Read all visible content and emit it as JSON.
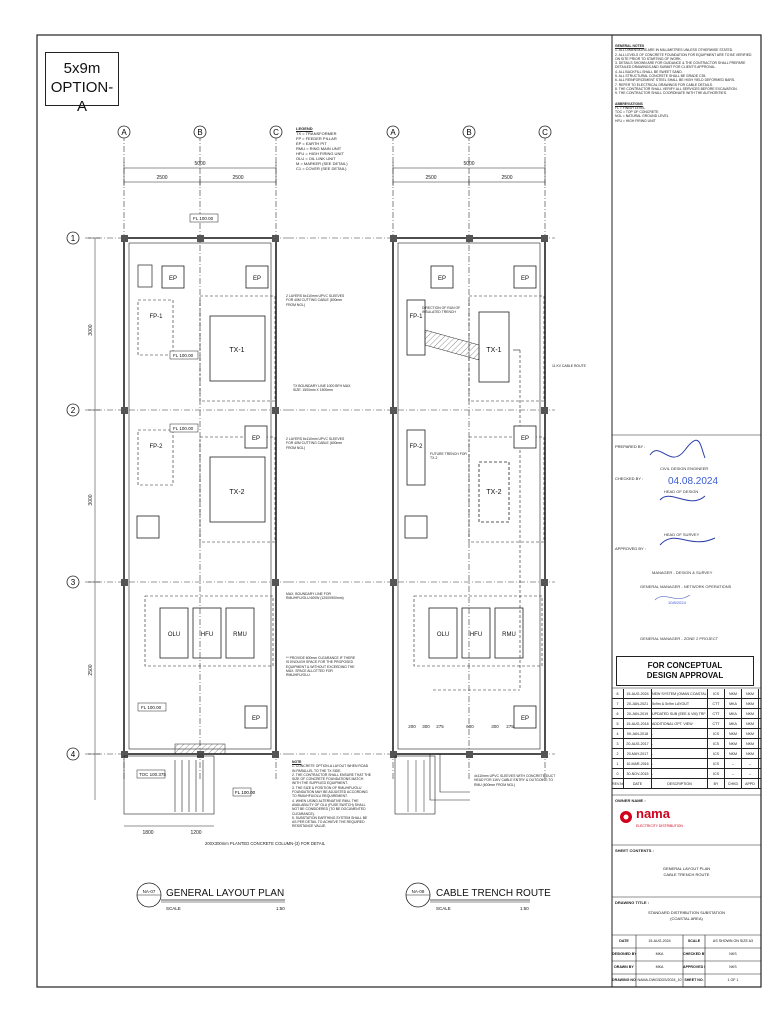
{
  "option": {
    "line1": "5x9m",
    "line2": "OPTION-A"
  },
  "grid": {
    "cols": [
      "A",
      "B",
      "C"
    ],
    "rows": [
      "1",
      "2",
      "3",
      "4"
    ],
    "dim_total": "5000",
    "dim_half": "2500",
    "row_dims": [
      "3000",
      "3000",
      "2500"
    ]
  },
  "legend": {
    "title": "LEGEND",
    "items": [
      "TX   =  TRANSFORMER",
      "FP   =  FEEDER PILLAR",
      "EP   =  EARTH PIT",
      "RMU  =  RING MAIN UNIT",
      "HFU  =  HIGH FIRING UNIT",
      "OLU  =  OIL LINK UNIT",
      "M    =  MARKER (SEE DETAIL)",
      "C1   =  COVER (SEE DETAIL)"
    ]
  },
  "plan_left": {
    "fl_top": "FL 100.00",
    "equip": [
      "EP",
      "FP-1",
      "TX-1",
      "EP",
      "FP-2",
      "TX-2",
      "EP",
      "OLU",
      "HFU",
      "RMU",
      "EP"
    ],
    "notes_right": [
      "2 LAYERS 6x110mm UPVC SLEEVES FOR 40M CUTTING CABLE (600mm FROM NGL)",
      "TX BOUNDARY LINE 1000 BFH MAX. SIZE: 1500mm X 1500mm",
      "2 LAYERS 6x110mm UPVC SLEEVES FOR 40M CUTTING CABLE (600mm FROM NGL)",
      "MAX. BOUNDARY LINE FOR RMU/HFU/OLU 600W (1200X900mm)",
      "** PROVIDE 600mm CLEARANCE IF THERE IS ENOUGH SPACE FOR THE PROPOSED EQUIPMENT & WITHOUT EXCEEDING THE MAX. SPACE ALLOTTED FOR RMU/HFU/OLU."
    ],
    "fl_mid": "FL 100.00",
    "fl_lower": "FL 100.00",
    "fl_bottom": "FL 100.00",
    "toc": "TOC 100.375",
    "dims_bottom": [
      "1800",
      "1200"
    ],
    "conc_note": "200X300mm PLANTED CONCRETE COLUMN-(3) FOR DETAIL",
    "title": "GENERAL LAYOUT PLAN",
    "drawing_no": "NA-07",
    "scale_label": "SCALE",
    "scale": "1:50"
  },
  "plan_right": {
    "equip": [
      "EP",
      "FP-1",
      "TX-1",
      "EP",
      "FP-2",
      "TX-2",
      "EP",
      "OLU",
      "HFU",
      "RMU",
      "EP"
    ],
    "notes": [
      "DIRECTION OF RUN OF INSULATED TRENCH",
      "11 KV CABLE ROUTE",
      "FUTURE TRENCH FOR TX-2",
      "4x110mm UPVC SLEEVES WITH CONCRETE DUCT HEAD FOR 11KV CABLE ENTRY & OUTGOING TO RMU (600mm FROM NGL)"
    ],
    "dims_bottom": [
      "200",
      "300",
      "275",
      "600",
      "300",
      "275"
    ],
    "title": "CABLE TRENCH ROUTE",
    "drawing_no": "NA-08",
    "scale_label": "SCALE",
    "scale": "1:50"
  },
  "notes_bottom": {
    "title": "NOTE",
    "items": [
      "1. CONCRETE OPTION-A LAYOUT WHEN ROAD IN PARALLEL TO THE TX SIDE.",
      "2. THE CONTRACTOR SHALL ENSURE THAT THE SIZE OF CONCRETE FOUNDATIONS MATCH WITH THE SUPPLIED EQUIPMENT.",
      "3. THE SIZE & POSITION OF RMU/HFU/OLU FOUNDATION MAY BE ADJUSTED ACCORDING TO RMU/HFU/OLU REQUIREMENT.",
      "4. WHEN USING ALTERNATIVE RMU, THE AVAILABILITY OF OLU (FUSE SWITCH) SHALL NOT BE CONSIDERED (TO BE DOCUMENTED CLEARANCE).",
      "5. SUBSTATION EARTHING SYSTEM SHALL BE AS PER DETAIL TO ACHIEVE THE REQUIRED RESISTANCE VALUE."
    ]
  },
  "general_notes": {
    "title": "GENERAL NOTES",
    "lines": [
      "1. ALL DIMENSIONS ARE IN MILLIMETRES UNLESS OTHERWISE STATED.",
      "2. ALL LEVELS OF CONCRETE FOUNDATION FOR EQUIPMENT ARE TO BE VERIFIED ON SITE PRIOR TO STARTING OF WORK.",
      "3. DETAILS SHOWN ARE FOR GUIDANCE & THE CONTRACTOR SHALL PREPARE DETAILED DRAWINGS AND SUBMIT FOR CLIENT'S APPROVAL.",
      "4. ALL BACKFILL SHALL BE SWEET SAND.",
      "5. ALL STRUCTURAL CONCRETE SHALL BE GRADE C35.",
      "6. ALL REINFORCEMENT STEEL SHALL BE HIGH YIELD DEFORMED BARS.",
      "7. REFER TO ELECTRICAL DRAWINGS FOR CABLE DETAILS.",
      "8. THE CONTRACTOR SHALL VERIFY ALL SERVICES BEFORE EXCAVATION.",
      "9. THE CONTRACTOR SHALL COORDINATE WITH THE AUTHORITIES."
    ],
    "abbrev_title": "ABBREVIATIONS",
    "abbrev": [
      "FL  = FINISH LEVEL",
      "TOC = TOP OF CONCRETE",
      "NGL = NATURAL GROUND LEVEL",
      "HFU = HIGH FIRING UNIT"
    ]
  },
  "approvals": {
    "prepared_label": "PREPARED BY :",
    "prepared_role": "CIVIL DESIGN ENGINEER",
    "checked_label": "CHECKED BY :",
    "checked_date": "04.08.2024",
    "checked_role": "HEAD OF DESIGN",
    "reviewed_role": "HEAD OF SURVEY",
    "approved_label": "APPROVED BY :",
    "approved_role": "MANAGER - DESIGN & SURVEY",
    "gm1": "GENERAL MANAGER - NETWORK OPERATIONS",
    "gm1_date": "10/8/2024",
    "gm2": "GENERAL MANAGER - ZONE 2 PROJECT"
  },
  "concept": {
    "line1": "FOR CONCEPTUAL",
    "line2": "DESIGN APPROVAL"
  },
  "revisions": [
    [
      "8",
      "15-AUG-2024",
      "NEW SYSTEM (OMAN COASTAL AREA)",
      "ICS",
      "NKM",
      "NKM"
    ],
    [
      "7",
      "20-JAN-2021",
      "5x9m & 5x9m LAYOUT",
      "CTT",
      "MKA",
      "NKM"
    ],
    [
      "6",
      "20-JAN-2019",
      "UPDATED SUB (EEE & VM) TRF ST EM",
      "CTT",
      "MKA",
      "NKM"
    ],
    [
      "5",
      "15-AUG-2018",
      "ADDITIONAL OPT. VIEW",
      "CTT",
      "MKA",
      "NKM"
    ],
    [
      "4",
      "09-JAN-2018",
      "-",
      "ICS",
      "NKM",
      "NKM"
    ],
    [
      "3",
      "20-AUG-2017",
      "-",
      "ICS",
      "NKM",
      "NKM"
    ],
    [
      "2",
      "20-MAY-2017",
      "-",
      "ICS",
      "NKM",
      "NKM"
    ],
    [
      "1",
      "10-MAR-2016",
      "-",
      "ICS",
      "--",
      "--"
    ],
    [
      "0",
      "30-NOV-2015",
      "-",
      "ICS",
      "--",
      "--"
    ]
  ],
  "rev_header": [
    "REV.NO.",
    "DATE",
    "DESCRIPTION",
    "BY",
    "CHKD",
    "APPD"
  ],
  "owner": {
    "label": "OWNER NAME :",
    "brand": "nama",
    "sub": "ELECTRICITY DISTRIBUTION"
  },
  "sheet_contents": {
    "label": "SHEET CONTENTS :",
    "line1": "GENERAL LAYOUT PLAN",
    "line2": "CABLE TRENCH ROUTE"
  },
  "drawing_title": {
    "label": "DRAWING TITLE :",
    "line1": "STANDARD DISTRIBUTION SUBSTATION",
    "line2": "(COASTAL AREA)"
  },
  "info_rows": [
    [
      "DATE",
      "15-AUG-2024",
      "SCALE",
      "AS SHOWN ON SIZE A3"
    ],
    [
      "DESIGNED BY",
      "MKA",
      "CHECKED BY",
      "NKS"
    ],
    [
      "DRAWN BY",
      "MKA",
      "APPROVED BY",
      "NKS"
    ],
    [
      "DRAWING NO.",
      "NAMA-DWG/DDS/2024_10",
      "SHEET NO.",
      "1 OF 1"
    ]
  ],
  "colors": {
    "line": "#1a1a1a",
    "signature": "#2a3ea8",
    "stamp_date": "#3a5bd6",
    "brand_red": "#d0021b"
  }
}
